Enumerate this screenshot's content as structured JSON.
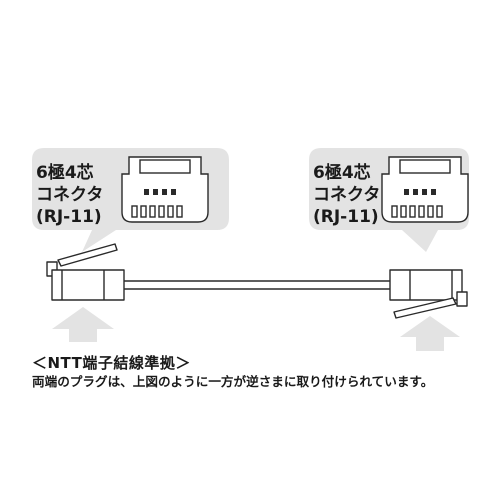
{
  "connector_left": {
    "line1": "6極4芯",
    "line2": "コネクタ",
    "line3": "(RJ-11)"
  },
  "connector_right": {
    "line1": "6極4芯",
    "line2": "コネクタ",
    "line3": "(RJ-11)"
  },
  "caption": {
    "title": "＜NTT端子結線準拠＞",
    "body": "両端のプラグは、上図のように一方が逆さまに取り付けられています。"
  },
  "colors": {
    "callout_fill": "#e3e3e3",
    "arrow_fill": "#e3e3e3",
    "line": "#2a2a2a",
    "background": "#ffffff"
  }
}
